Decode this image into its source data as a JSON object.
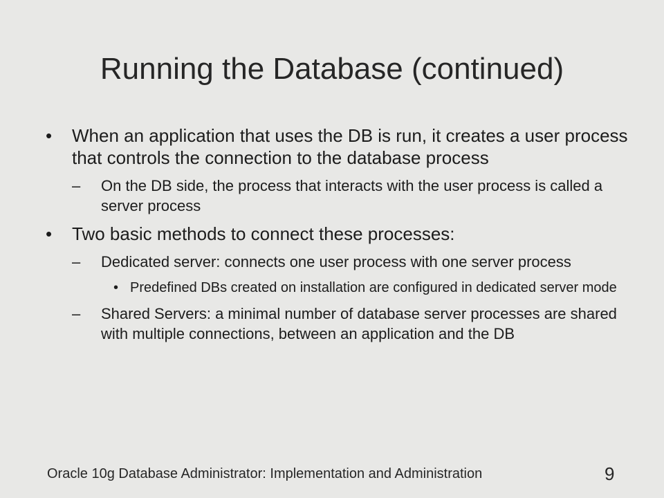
{
  "slide": {
    "title": "Running the Database (continued)",
    "bullets": [
      {
        "marker": "•",
        "text": "When an application that uses the DB is run, it creates a user process that controls the connection to the database process"
      },
      {
        "marker": "–",
        "text": "On the DB side, the process that interacts with the user process is called a server process"
      },
      {
        "marker": "•",
        "text": "Two basic methods to connect these processes:"
      },
      {
        "marker": "–",
        "text": "Dedicated server: connects one user process with one server process"
      },
      {
        "marker": "•",
        "text": "Predefined DBs created on installation are configured in dedicated server mode"
      },
      {
        "marker": "–",
        "text": "Shared Servers: a minimal number of database server processes are shared with multiple connections, between an application and the DB"
      }
    ],
    "footer": "Oracle 10g Database Administrator: Implementation and Administration",
    "page_number": "9"
  }
}
